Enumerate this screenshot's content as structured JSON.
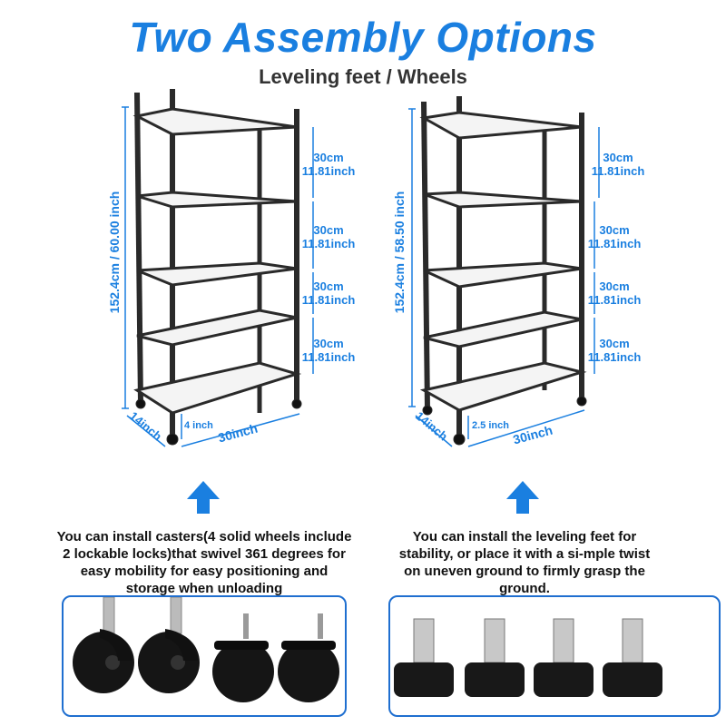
{
  "header": {
    "title": "Two Assembly Options",
    "subtitle": "Leveling feet / Wheels"
  },
  "left_rack": {
    "height_label": "152.4cm / 60.00 inch",
    "depth_label": "14inch",
    "width_label": "30inch",
    "foot_label": "4 inch",
    "spacings": [
      {
        "cm": "30cm",
        "inch": "11.81inch"
      },
      {
        "cm": "30cm",
        "inch": "11.81inch"
      },
      {
        "cm": "30cm",
        "inch": "11.81inch"
      },
      {
        "cm": "30cm",
        "inch": "11.81inch"
      }
    ]
  },
  "right_rack": {
    "height_label": "152.4cm / 58.50 inch",
    "depth_label": "14inch",
    "width_label": "30inch",
    "foot_label": "2.5 inch",
    "spacings": [
      {
        "cm": "30cm",
        "inch": "11.81inch"
      },
      {
        "cm": "30cm",
        "inch": "11.81inch"
      },
      {
        "cm": "30cm",
        "inch": "11.81inch"
      },
      {
        "cm": "30cm",
        "inch": "11.81inch"
      }
    ]
  },
  "casters_text": "You can install casters(4 solid wheels include 2 lockable locks)that swivel 361 degrees for easy mobility for easy positioning and storage when unloading",
  "feet_text": "You can install the leveling feet for stability, or place it with a si-mple twist on uneven ground to firmly grasp the ground.",
  "colors": {
    "accent": "#1a7fe0",
    "frame": "#2a2a2a",
    "box_border": "#1f6fd0"
  },
  "icons": [
    "arrow-up-icon",
    "caster-wheel-icon",
    "leveling-foot-icon"
  ]
}
